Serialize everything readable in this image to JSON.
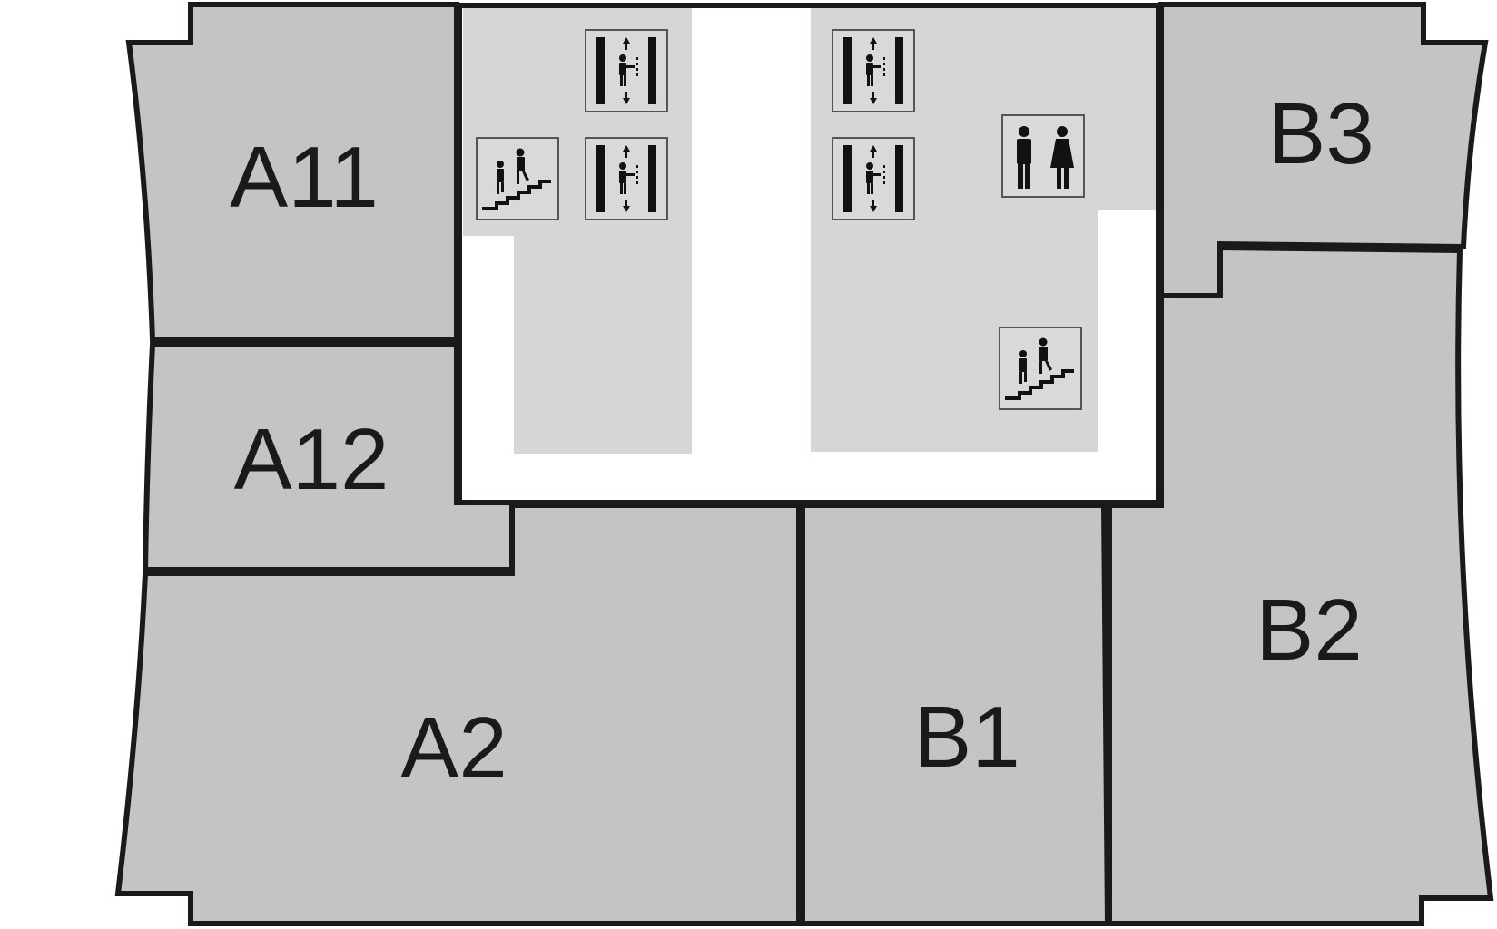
{
  "floorplan": {
    "units": {
      "a11": "A11",
      "a12": "A12",
      "a2": "A2",
      "b1": "B1",
      "b2": "B2",
      "b3": "B3"
    },
    "icons": [
      "elevator-icon",
      "elevator-icon",
      "elevator-icon",
      "elevator-icon",
      "stairs-icon",
      "stairs-icon",
      "restroom-icon"
    ],
    "colors": {
      "unit_fill": "#c4c4c4",
      "core_fill": "#d6d5d7",
      "corridor_fill": "#ffffff",
      "wall": "#1a1a1a"
    }
  }
}
